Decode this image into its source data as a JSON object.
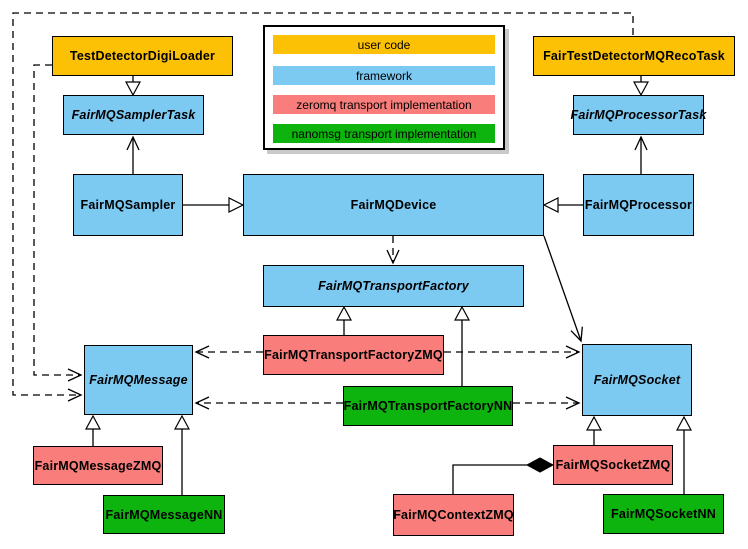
{
  "diagram_type": "UML class diagram (FairMQ framework)",
  "colors": {
    "user_code": "#fcc105",
    "framework": "#7cc9f2",
    "zeromq": "#f97d7a",
    "nanomsg": "#0db40d",
    "line": "#000000",
    "background": "#ffffff"
  },
  "legend": {
    "items": [
      {
        "label": "user code",
        "category": "user_code"
      },
      {
        "label": "framework",
        "category": "framework"
      },
      {
        "label": "zeromq transport implementation",
        "category": "zeromq"
      },
      {
        "label": "nanomsg transport implementation",
        "category": "nanomsg"
      }
    ]
  },
  "nodes": {
    "testDetectorDigiLoader": {
      "label": "TestDetectorDigiLoader",
      "category": "user_code",
      "abstract": false
    },
    "fairTestDetectorMQRecoTask": {
      "label": "FairTestDetectorMQRecoTask",
      "category": "user_code",
      "abstract": false
    },
    "fairMQSamplerTask": {
      "label": "FairMQSamplerTask",
      "category": "framework",
      "abstract": true
    },
    "fairMQProcessorTask": {
      "label": "FairMQProcessorTask",
      "category": "framework",
      "abstract": true
    },
    "fairMQSampler": {
      "label": "FairMQSampler",
      "category": "framework",
      "abstract": false
    },
    "fairMQDevice": {
      "label": "FairMQDevice",
      "category": "framework",
      "abstract": false
    },
    "fairMQProcessor": {
      "label": "FairMQProcessor",
      "category": "framework",
      "abstract": false
    },
    "fairMQTransportFactory": {
      "label": "FairMQTransportFactory",
      "category": "framework",
      "abstract": true
    },
    "fairMQTransportFactoryZMQ": {
      "label": "FairMQTransportFactoryZMQ",
      "category": "zeromq",
      "abstract": false
    },
    "fairMQTransportFactoryNN": {
      "label": "FairMQTransportFactoryNN",
      "category": "nanomsg",
      "abstract": false
    },
    "fairMQMessage": {
      "label": "FairMQMessage",
      "category": "framework",
      "abstract": true
    },
    "fairMQSocket": {
      "label": "FairMQSocket",
      "category": "framework",
      "abstract": true
    },
    "fairMQMessageZMQ": {
      "label": "FairMQMessageZMQ",
      "category": "zeromq",
      "abstract": false
    },
    "fairMQMessageNN": {
      "label": "FairMQMessageNN",
      "category": "nanomsg",
      "abstract": false
    },
    "fairMQSocketZMQ": {
      "label": "FairMQSocketZMQ",
      "category": "zeromq",
      "abstract": false
    },
    "fairMQSocketNN": {
      "label": "FairMQSocketNN",
      "category": "nanomsg",
      "abstract": false
    },
    "fairMQContextZMQ": {
      "label": "FairMQContextZMQ",
      "category": "zeromq",
      "abstract": false
    }
  },
  "edges": [
    {
      "from": "TestDetectorDigiLoader",
      "to": "FairMQSamplerTask",
      "type": "inheritance-hollow-triangle"
    },
    {
      "from": "FairTestDetectorMQRecoTask",
      "to": "FairMQProcessorTask",
      "type": "inheritance-hollow-triangle"
    },
    {
      "from": "FairMQSampler",
      "to": "FairMQDevice",
      "type": "inheritance-hollow-triangle"
    },
    {
      "from": "FairMQProcessor",
      "to": "FairMQDevice",
      "type": "inheritance-hollow-triangle"
    },
    {
      "from": "FairMQSampler",
      "to": "FairMQSamplerTask",
      "type": "association-open-arrow"
    },
    {
      "from": "FairMQProcessor",
      "to": "FairMQProcessorTask",
      "type": "association-open-arrow"
    },
    {
      "from": "FairMQDevice",
      "to": "FairMQSocket",
      "type": "association-open-arrow"
    },
    {
      "from": "FairMQDevice",
      "to": "FairMQTransportFactory",
      "type": "dependency-dashed-open-arrow"
    },
    {
      "from": "FairMQTransportFactoryZMQ",
      "to": "FairMQTransportFactory",
      "type": "inheritance-hollow-triangle"
    },
    {
      "from": "FairMQTransportFactoryNN",
      "to": "FairMQTransportFactory",
      "type": "inheritance-hollow-triangle"
    },
    {
      "from": "FairMQTransportFactoryZMQ",
      "to": "FairMQMessage",
      "type": "dependency-dashed-open-arrow"
    },
    {
      "from": "FairMQTransportFactoryZMQ",
      "to": "FairMQSocket",
      "type": "dependency-dashed-open-arrow"
    },
    {
      "from": "FairMQTransportFactoryNN",
      "to": "FairMQMessage",
      "type": "dependency-dashed-open-arrow"
    },
    {
      "from": "FairMQTransportFactoryNN",
      "to": "FairMQSocket",
      "type": "dependency-dashed-open-arrow"
    },
    {
      "from": "TestDetectorDigiLoader",
      "to": "FairMQMessage",
      "type": "dependency-dashed-open-arrow"
    },
    {
      "from": "FairTestDetectorMQRecoTask",
      "to": "FairMQMessage",
      "type": "dependency-dashed-open-arrow"
    },
    {
      "from": "FairMQMessageZMQ",
      "to": "FairMQMessage",
      "type": "inheritance-hollow-triangle"
    },
    {
      "from": "FairMQMessageNN",
      "to": "FairMQMessage",
      "type": "inheritance-hollow-triangle"
    },
    {
      "from": "FairMQSocketZMQ",
      "to": "FairMQSocket",
      "type": "inheritance-hollow-triangle"
    },
    {
      "from": "FairMQSocketNN",
      "to": "FairMQSocket",
      "type": "inheritance-hollow-triangle"
    },
    {
      "from": "FairMQContextZMQ",
      "to": "FairMQSocketZMQ",
      "type": "composition-filled-diamond"
    }
  ]
}
